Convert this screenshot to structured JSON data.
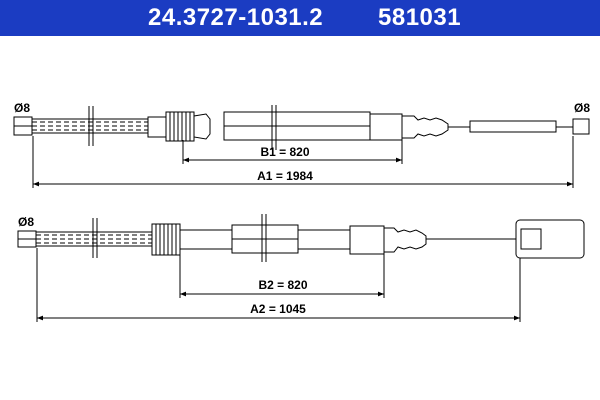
{
  "header": {
    "part_number": "24.3727-1031.2",
    "ref_number": "581031",
    "background": "#1b3cc2",
    "text_color": "#ffffff"
  },
  "cable_1": {
    "left_end_label": "Ø8",
    "right_end_label": "Ø8",
    "b_dimension": "B1 = 820",
    "a_dimension": "A1 = 1984"
  },
  "cable_2": {
    "left_end_label": "Ø8",
    "b_dimension": "B2 = 820",
    "a_dimension": "A2 = 1045"
  }
}
